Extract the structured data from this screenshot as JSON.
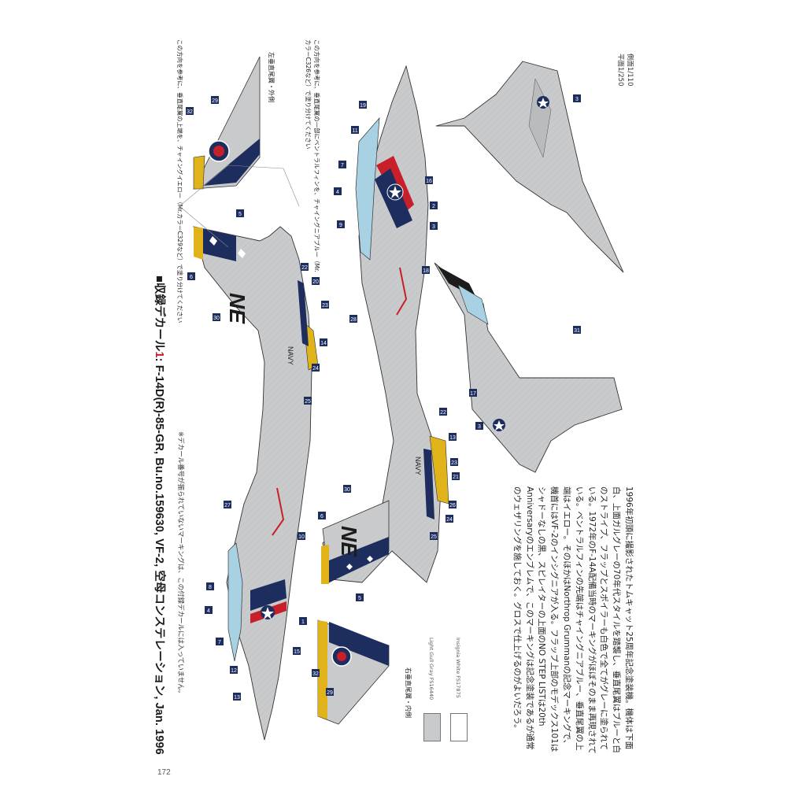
{
  "header": {
    "title_prefix": "■収録デカール",
    "title_number": "1",
    "title_main": ": F-14D(R)-85-GR,  Bu.no.159630, VF-2, 空母コンステレーション, Jan. 1996",
    "note": "※デカール番号が振られていないマーキングは、この付録デカールには入っていません。"
  },
  "page_number": "172",
  "scale_info": [
    "側面1/110",
    "平面1/250"
  ],
  "callouts": {
    "left": "この方向を参考に、垂直尾翼の上端を、チャイングイエロー（Mr.カラーC329など）で塗り分けてください",
    "right": "この方向を参考に、垂直尾翼の一部にベントラルフィンを、チャイングニアブルー（Mr.カラーC326など）で塗り分けてください"
  },
  "captions": {
    "left_tail": "左垂直尾翼・外側",
    "right_tail": "右垂直尾翼・内側"
  },
  "swatches": [
    {
      "label": "Light Gull Gray FS16440",
      "color": "#c8cacc"
    },
    {
      "label": "Insignia White FS17875",
      "color": "#ffffff"
    }
  ],
  "body_text": "1996年初頭に撮影されたトムキャット25周年記念塗装機。機体は下面白、上面ガルグレーの70年代スタイルを踏襲し、垂直尾翼はブルーと白のストライプ、フラップとスポイラーも白色で全てがグレーに塗られている。1972年のF-14A配備当時のマーキングがほぼそのまま再現されている。ベントラルフィンの先端はチャイングニアブルー、垂直尾翼の上端はイエロー。そのほかはNorthrop Grummanの記念マーキングで、機首にはVF-2のインシグニアが入る。フラップ上部のモデックス101はシャドーなしの黒、スピレイターの上面のNO STEP LISTは20th Anniversaryのエンブレムで、このマーキングは記念塗装であるが通常のウェザリングを施しておく。グロスで仕上げるのがよいだろう。",
  "markers": [
    "1",
    "2",
    "3",
    "4",
    "5",
    "6",
    "7",
    "8",
    "9",
    "10",
    "11",
    "12",
    "13",
    "14",
    "15",
    "16",
    "17",
    "18",
    "19",
    "20",
    "21",
    "22",
    "23",
    "24",
    "25",
    "26",
    "27",
    "28",
    "29",
    "30",
    "31",
    "32"
  ],
  "aircraft_text": {
    "tail_code": "NE",
    "navy": "NAVY"
  },
  "colors": {
    "gull_gray": "#c8cacc",
    "navy_blue": "#1c2d5e",
    "yellow": "#e0b31a",
    "red": "#c8202a",
    "canopy": "#a8d2e4",
    "line": "#3a3a3a"
  }
}
